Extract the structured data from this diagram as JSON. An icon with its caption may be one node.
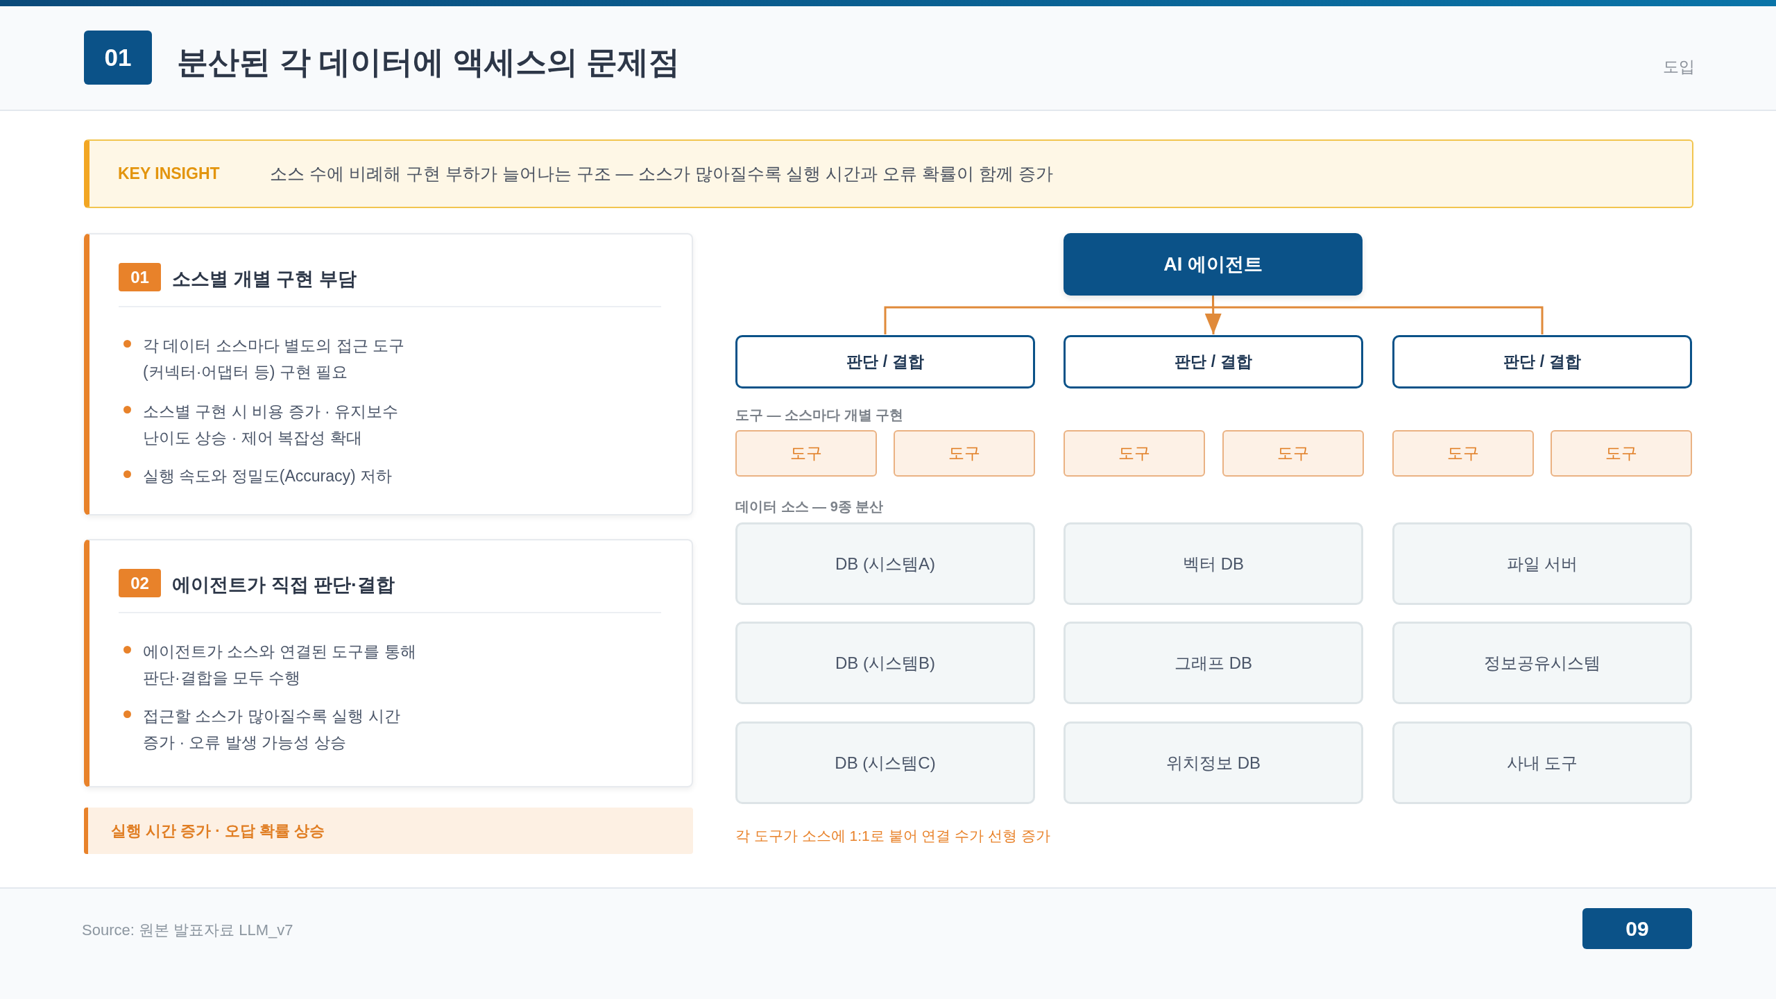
{
  "diagram": {
    "title": "분산된 각 데이터에 액세스의 문제점",
    "nodes": [
      {
        "text": [
          "01"
        ]
      },
      {
        "text": [
          "KEY INSIGHT",
          "소스 수에 비례해 구현 부하가 늘어나는 구조 — 소스가 많아질수록 실행 시간과 오류 확률이 함께 증가"
        ]
      },
      {
        "text": [
          "소스별 개별 구현 부담",
          "각 데이터 소스마다 별도의 접근 도구 (커넥터·어댑터 등) 구현 필요",
          "소스별 구현 시 비용 증가 · 유지보수 난이도 상승 · 제어 복잡성 확대",
          "실행 속도와 정밀도(Accuracy) 저하"
        ]
      },
      {
        "text": [
          "01"
        ],
        "in": 2
      },
      {
        "text": [
          "에이전트가 직접 판단·결합",
          "에이전트가 소스와 연결된 도구를 통해 판단·결합을 모두 수행",
          "접근할 소스가 많아질수록 실행 시간 증가 · 오류 발생 가능성 상승"
        ]
      },
      {
        "text": [
          "02"
        ],
        "in": 4
      },
      {
        "text": [
          "실행 시간 증가 · 오답 확률 상승"
        ]
      },
      {
        "text": [
          "AI 에이전트"
        ]
      },
      {
        "text": [
          "판단 / 결합"
        ]
      },
      {
        "text": [
          "판단 / 결합"
        ]
      },
      {
        "text": [
          "판단 / 결합"
        ]
      },
      {
        "text": [
          "도구"
        ]
      },
      {
        "text": [
          "도구"
        ]
      },
      {
        "text": [
          "도구"
        ]
      },
      {
        "text": [
          "도구"
        ]
      },
      {
        "text": [
          "도구"
        ]
      },
      {
        "text": [
          "도구"
        ]
      },
      {
        "text": [
          "DB (시스템A)"
        ]
      },
      {
        "text": [
          "벡터 DB"
        ]
      },
      {
        "text": [
          "파일 서버"
        ]
      },
      {
        "text": [
          "DB (시스템B)"
        ]
      },
      {
        "text": [
          "그래프 DB"
        ]
      },
      {
        "text": [
          "정보공유시스템"
        ]
      },
      {
        "text": [
          "DB (시스템C)"
        ]
      },
      {
        "text": [
          "위치정보 DB"
        ]
      },
      {
        "text": [
          "사내 도구"
        ]
      },
      {
        "text": [
          "09"
        ]
      }
    ],
    "edges": [
      {
        "from": 7,
        "to": 8,
        "arrow": "none"
      },
      {
        "from": 7,
        "to": 9,
        "arrow": "to"
      },
      {
        "from": 7,
        "to": 10,
        "arrow": "none"
      }
    ],
    "labels": [
      "도입",
      "도구 — 소스마다 개별 구현",
      "데이터 소스 — 9종 분산",
      "각 도구가 소스에 1:1로 붙어 연결 수가 선형 증가",
      "Source: 원본 발표자료 LLM_v7"
    ]
  }
}
